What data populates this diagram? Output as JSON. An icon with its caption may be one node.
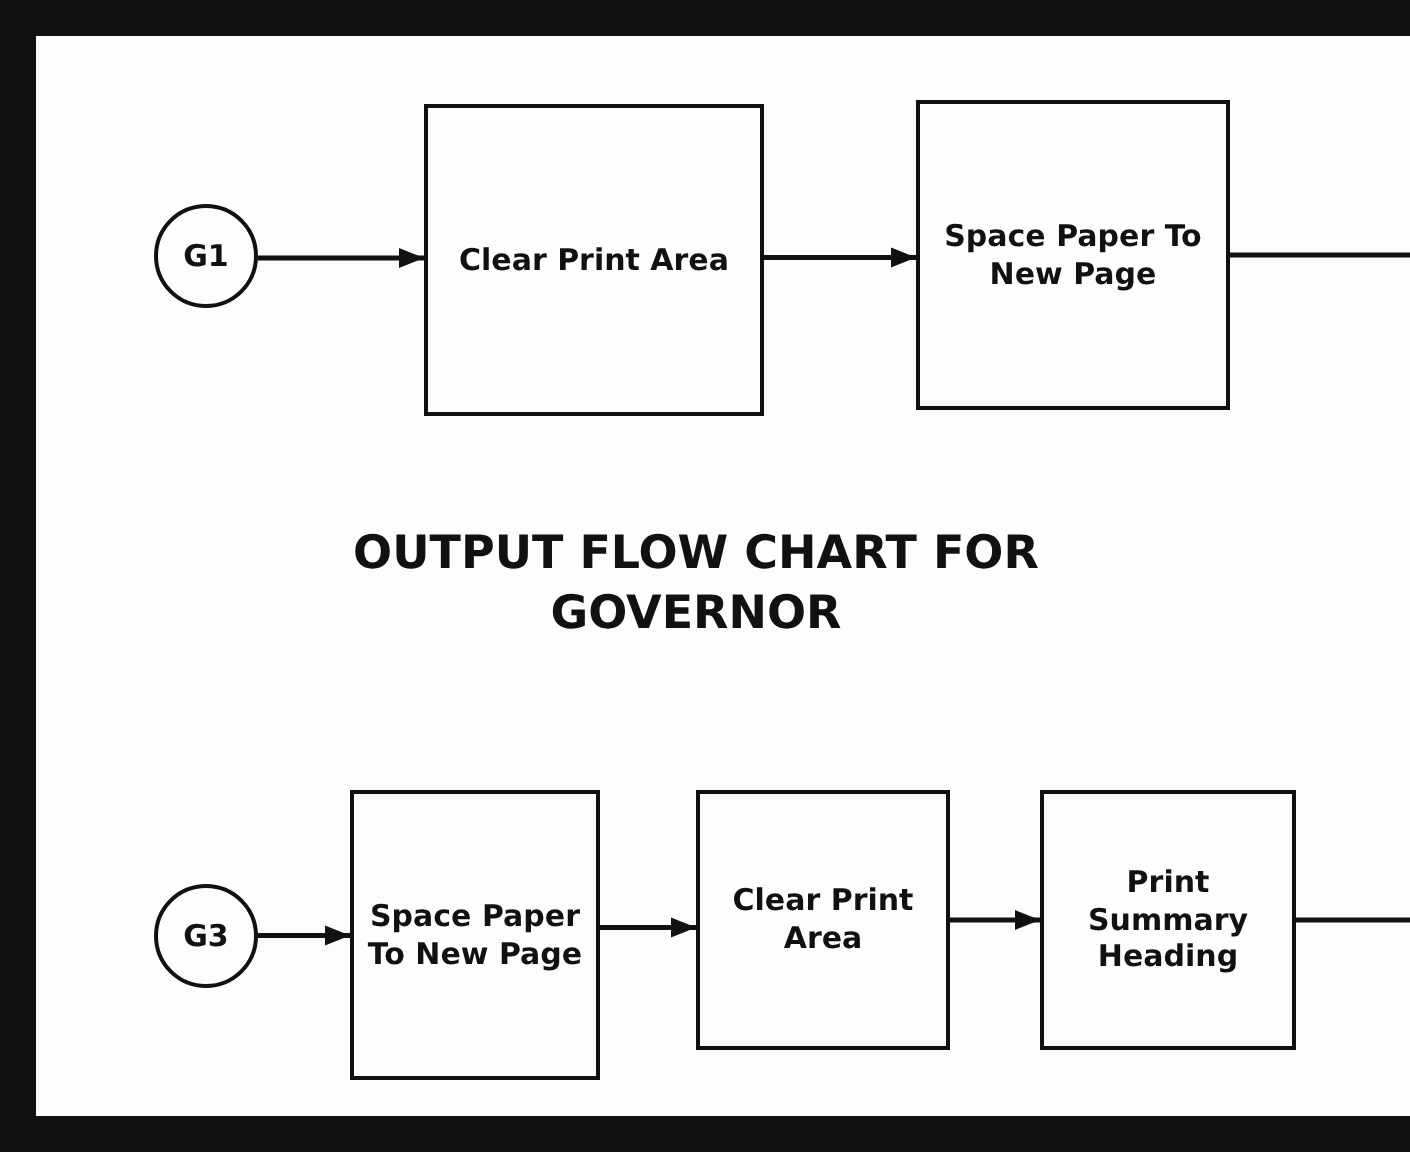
{
  "diagram": {
    "title": "OUTPUT FLOW CHART FOR GOVERNOR",
    "nodes": [
      {
        "text": [
          "G1"
        ]
      },
      {
        "text": [
          "Clear Print Area"
        ]
      },
      {
        "text": [
          "Space Paper To New Page"
        ]
      },
      {
        "text": [
          "G3"
        ]
      },
      {
        "text": [
          "Space Paper To New Page"
        ]
      },
      {
        "text": [
          "Clear Print Area"
        ]
      },
      {
        "text": [
          "Print Summary Heading"
        ]
      }
    ],
    "edges": [
      {
        "from": 0,
        "to": 1,
        "arrow": "to"
      },
      {
        "from": 1,
        "to": 2,
        "arrow": "to"
      },
      {
        "from": 2,
        "to": null,
        "arrow": "none"
      },
      {
        "from": 3,
        "to": 4,
        "arrow": "to"
      },
      {
        "from": 4,
        "to": 5,
        "arrow": "to"
      },
      {
        "from": 5,
        "to": 6,
        "arrow": "to"
      },
      {
        "from": 6,
        "to": null,
        "arrow": "none"
      }
    ]
  }
}
